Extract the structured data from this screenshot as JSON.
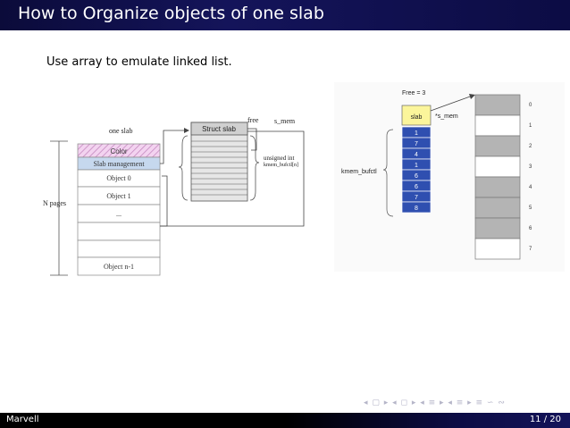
{
  "slide": {
    "title": "How to Organize objects of one slab",
    "bullet": "Use array to emulate linked list.",
    "footer_author": "Marvell",
    "footer_page": "11 / 20",
    "nav_glyphs": "◂ ▢ ▸ ◂ ◻ ▸ ◂ ≡ ▸ ◂ ≡ ▸ ≡ ∽ ∾"
  },
  "left_diagram": {
    "title": "one slab",
    "rows": [
      "Color",
      "Slab management",
      "Object 0",
      "Object 1",
      "...",
      "",
      "",
      "Object n-1"
    ],
    "side_label": "N pages",
    "struct_label": "Struct slab",
    "free_label": "free",
    "s_mem_label": "s_mem",
    "annotation_type": "unsigned int",
    "annotation_name": "kmem_bufctl[n]"
  },
  "right_diagram": {
    "free_label": "Free = 3",
    "slab_label": "slab",
    "s_mem_label": "*s_mem",
    "bufctl_label": "kmem_bufctl",
    "bufctl_values": [
      "1",
      "7",
      "4",
      "1",
      "6",
      "6",
      "7",
      "8"
    ],
    "object_indices": [
      "0",
      "1",
      "2",
      "3",
      "4",
      "5",
      "6",
      "7"
    ],
    "object_fill": [
      "#b4b4b4",
      "#ffffff",
      "#b4b4b4",
      "#ffffff",
      "#b4b4b4",
      "#b4b4b4",
      "#b4b4b4",
      "#ffffff"
    ],
    "colors": {
      "slab": "#fbf59b",
      "bufctl": "#2f4fb0",
      "bufctl_text": "#ffffff",
      "used": "#b4b4b4",
      "free": "#ffffff"
    }
  },
  "colors": {
    "header": "#14145a",
    "footer_left": "#000000",
    "color_row": "#f0c7ec",
    "slab_mgmt_row": "#c6d8ee"
  }
}
